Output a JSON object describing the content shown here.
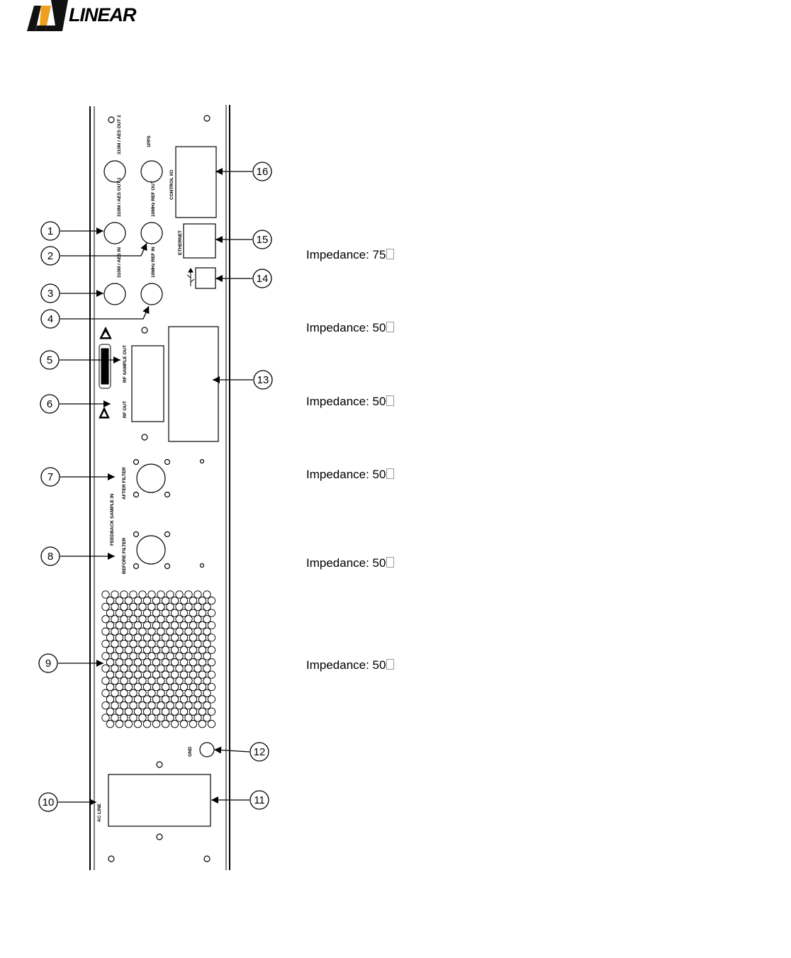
{
  "brand": {
    "name": "LINEAR"
  },
  "panel_labels": {
    "aes_out_2": "310M / AES OUT 2",
    "aes_out_1": "310M / AES OUT 1",
    "aes_in": "310M / AES IN",
    "pps": "1PPS",
    "ref_out": "10MHz REF OUT",
    "ref_in": "10MHz REF IN",
    "control_io": "CONTROL I/O",
    "ethernet": "ETHERNET",
    "rf_sample_out": "RF SAMPLE OUT",
    "rf_out": "RF OUT",
    "after_filter": "AFTER FILTER",
    "feedback_sample_in": "FEEDBACK SAMPLE IN",
    "before_filter": "BEFORE FILTER",
    "gnd": "GND",
    "ac_line": "AC LINE"
  },
  "callouts": [
    "1",
    "2",
    "3",
    "4",
    "5",
    "6",
    "7",
    "8",
    "9",
    "10",
    "11",
    "12",
    "13",
    "14",
    "15",
    "16"
  ],
  "impedances": [
    {
      "label": "Impedance: 75"
    },
    {
      "label": "Impedance: 50"
    },
    {
      "label": "Impedance: 50"
    },
    {
      "label": "Impedance: 50"
    },
    {
      "label": "Impedance: 50"
    },
    {
      "label": "Impedance: 50"
    }
  ]
}
